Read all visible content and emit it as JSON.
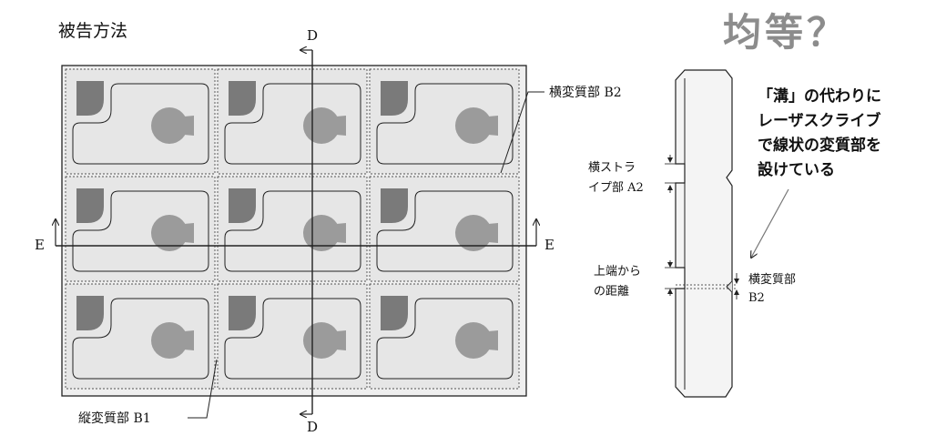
{
  "page": {
    "title": "被告方法",
    "heading": "均等？"
  },
  "grid": {
    "rows": 3,
    "cols": 3
  },
  "section_markers": {
    "d_top": "D",
    "d_bottom": "D",
    "e_left": "E",
    "e_right": "E"
  },
  "callouts": {
    "b2_top": "横変質部 B2",
    "b1_bottom": "縦変質部 B1"
  },
  "cross_section": {
    "a2_line1": "横ストラ",
    "a2_line2": "イプ部 A2",
    "dist_line1": "上端から",
    "dist_line2": "の距離",
    "b2_line1": "横変質部",
    "b2_line2": "B2"
  },
  "note": {
    "line1": "「溝」の代わりに",
    "line2": "レーザスクライブ",
    "line3": "で線状の変質部を",
    "line4": "設けている"
  },
  "colors": {
    "cell_fill": "#e6e6e6",
    "chip": "#7a7a7a",
    "circle": "#9b9b9b",
    "heading": "#8c8c8c",
    "line": "#222222"
  }
}
